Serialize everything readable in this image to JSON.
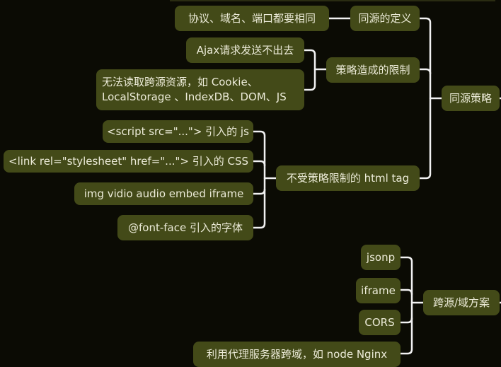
{
  "root_branches": [
    {
      "label": "同源策略",
      "children": [
        {
          "label": "同源的定义",
          "children": [
            "协议、域名、端口都要相同"
          ]
        },
        {
          "label": "策略造成的限制",
          "children": [
            "Ajax请求发送不出去",
            [
              "无法读取跨源资源，如 Cookie、",
              "LocalStorage 、IndexDB、DOM、JS"
            ]
          ]
        },
        {
          "label": "不受策略限制的 html tag",
          "children": [
            "<script src=\"...\"> 引入的 js",
            "<link rel=\"stylesheet\" href=\"...\"> 引入的 CSS",
            "img vidio audio embed iframe",
            "@font-face 引入的字体"
          ]
        }
      ]
    },
    {
      "label": "跨源/域方案",
      "children": [
        "jsonp",
        "iframe",
        "CORS",
        "利用代理服务器跨域，如 node Nginx"
      ]
    }
  ],
  "colors": {
    "background": "#0b0b04",
    "node": "#434a18",
    "text": "#ecebd8",
    "line": "#f2f2f2"
  }
}
